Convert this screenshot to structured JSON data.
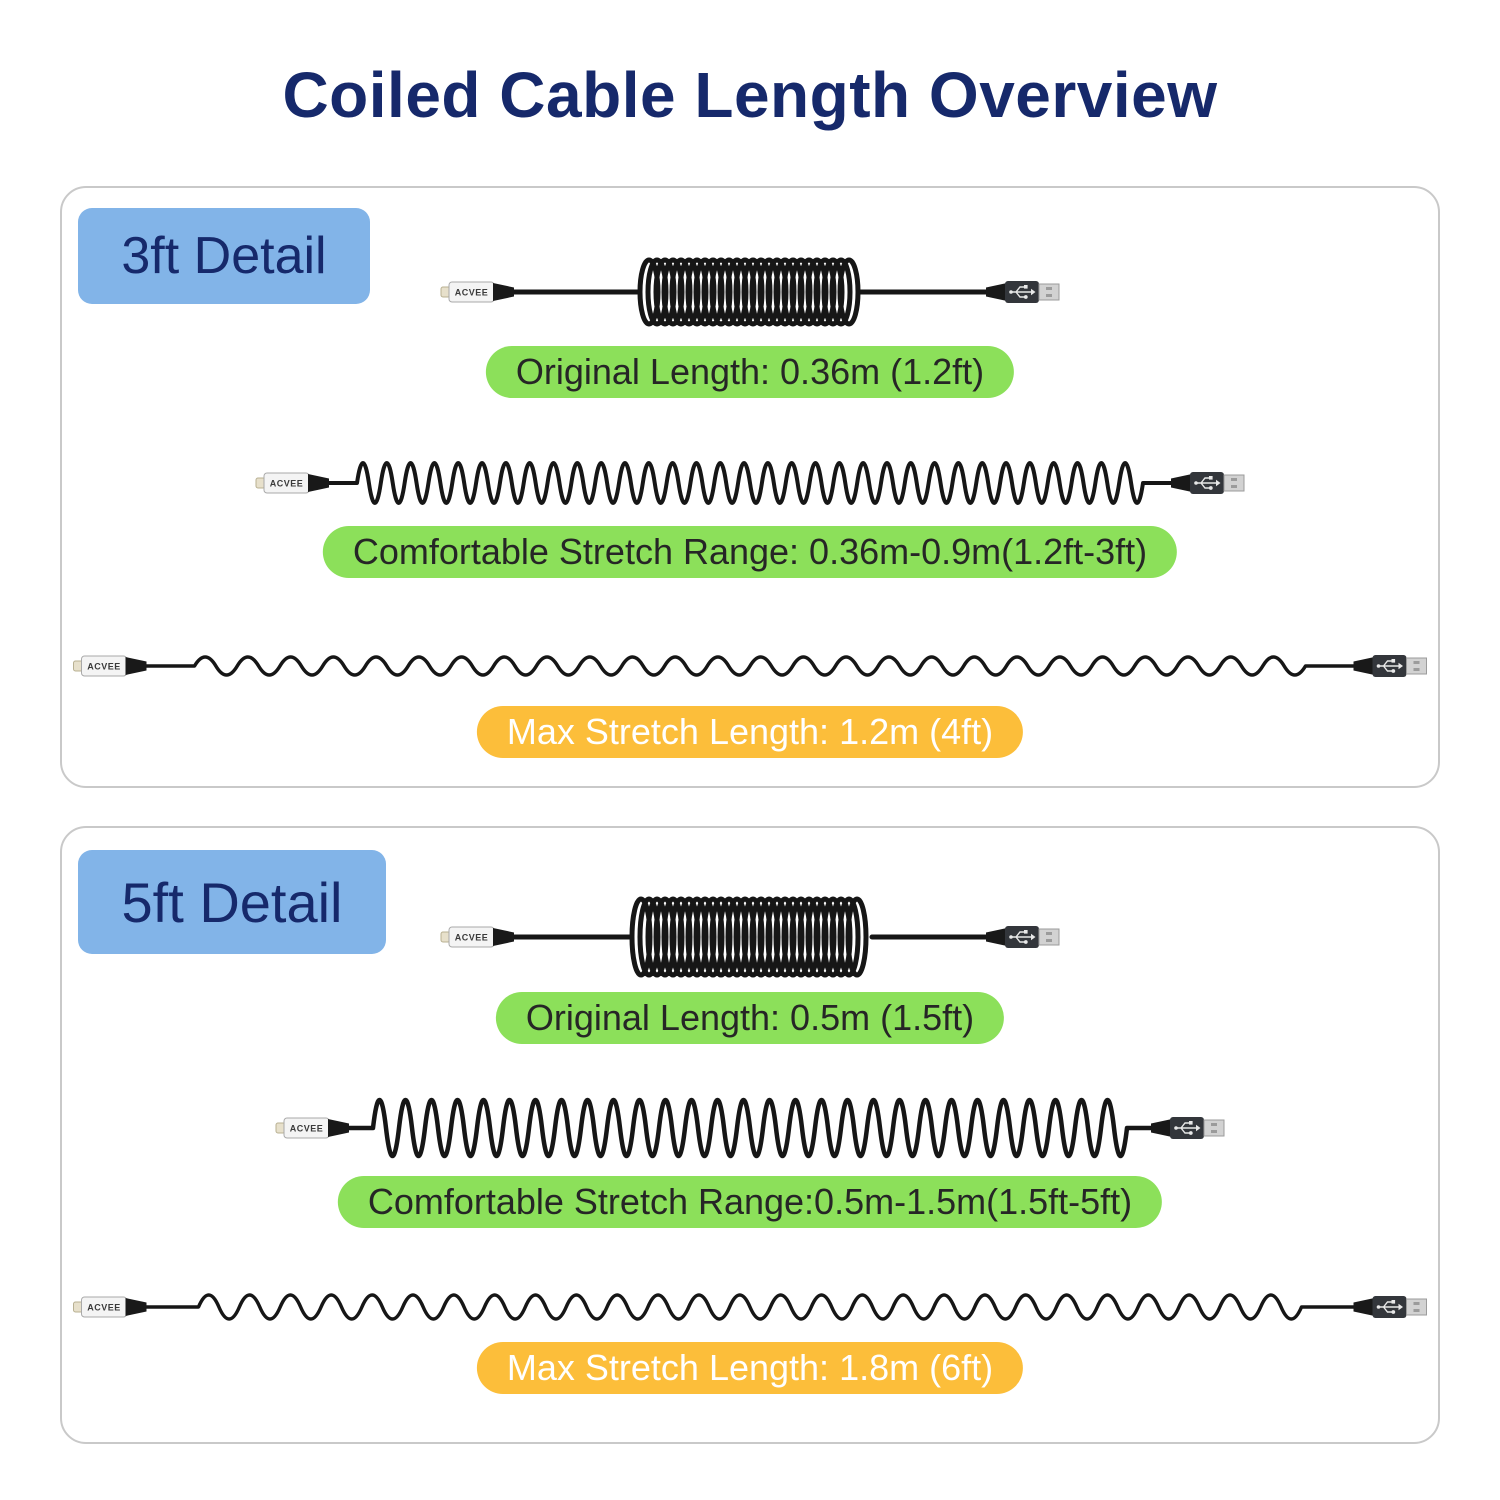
{
  "title": "Coiled Cable Length Overview",
  "brand": "ACVEE",
  "colors": {
    "navy": "#16296b",
    "tag_blue": "#82b4e8",
    "green": "#8ce05a",
    "amber": "#fcbe3a",
    "cable_black": "#161616",
    "panel_border": "#c9c9c9"
  },
  "panels": [
    {
      "label": "3ft Detail",
      "original_label": "Original Length: 0.36m (1.2ft)",
      "comfortable_label": "Comfortable Stretch Range: 0.36m-0.9m(1.2ft-3ft)",
      "max_label": "Max Stretch Length: 1.2m (4ft)"
    },
    {
      "label": "5ft Detail",
      "original_label": "Original Length: 0.5m (1.5ft)",
      "comfortable_label": "Comfortable Stretch Range:0.5m-1.5m(1.5ft-5ft)",
      "max_label": "Max Stretch Length: 1.8m (6ft)"
    }
  ]
}
